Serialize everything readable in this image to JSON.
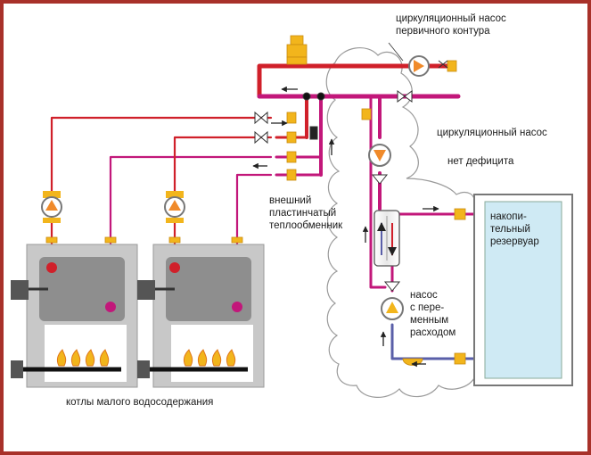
{
  "labels": {
    "primary_pump": [
      "циркуляционный насос",
      "первичного контура"
    ],
    "circ_pump": "циркуляционный насос",
    "no_deficit": "нет дефицита",
    "heat_exchanger": [
      "внешний",
      "пластинчатый",
      "теплообменник"
    ],
    "tank": [
      "накопи-",
      "тельный",
      "резервуар"
    ],
    "var_pump": [
      "насос",
      "с пере-",
      "менным",
      "расходом"
    ],
    "boilers": "котлы малого водосодержания"
  },
  "colors": {
    "hot": "#d0202a",
    "return": "#c2177a",
    "cold": "#5a5fa8",
    "valve": "#f2b51c",
    "pump_arrow": "#f08a2a",
    "boiler_body": "#c8c8c8",
    "boiler_core": "#8e8e8e",
    "tank_water": "#cfeaf4",
    "cloud_outline": "#9a9a9a",
    "frame": "#a8312a"
  },
  "icons": [
    "pump-icon",
    "valve-icon",
    "check-valve-icon",
    "burner-flame-icon",
    "flow-arrow-icon"
  ]
}
